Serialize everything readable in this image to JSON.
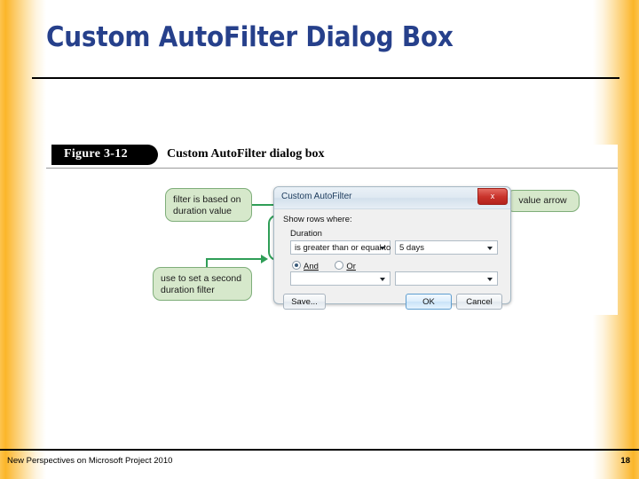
{
  "slide": {
    "title": "Custom AutoFilter Dialog Box"
  },
  "figure": {
    "tab_label": "Figure 3-12",
    "caption": "Custom  AutoFilter dialog box"
  },
  "callouts": {
    "filter_basis": {
      "line1": "filter is based on",
      "line2": "duration value"
    },
    "second_filter": {
      "line1": "use to set a second",
      "line2": "duration filter"
    },
    "value_arrow": {
      "line1": "value arrow"
    }
  },
  "dialog": {
    "title": "Custom AutoFilter",
    "close_glyph": "x",
    "show_rows_label": "Show rows where:",
    "field_label": "Duration",
    "criteria": [
      {
        "operator": "is greater than or equal to",
        "value": "5 days"
      },
      {
        "operator": "",
        "value": ""
      }
    ],
    "radios": [
      {
        "label": "And",
        "checked": true
      },
      {
        "label": "Or",
        "checked": false
      }
    ],
    "buttons": {
      "save": "Save...",
      "ok": "OK",
      "cancel": "Cancel"
    }
  },
  "footer": {
    "text": "New Perspectives on Microsoft Project 2010",
    "page": "18"
  },
  "colors": {
    "title_blue": "#26408b",
    "callout_fill": "#d6e8cb",
    "callout_border": "#7fae7a",
    "connector_green": "#2f9e57",
    "close_red": "#c9332b",
    "edge_gold": "#fbb629"
  }
}
